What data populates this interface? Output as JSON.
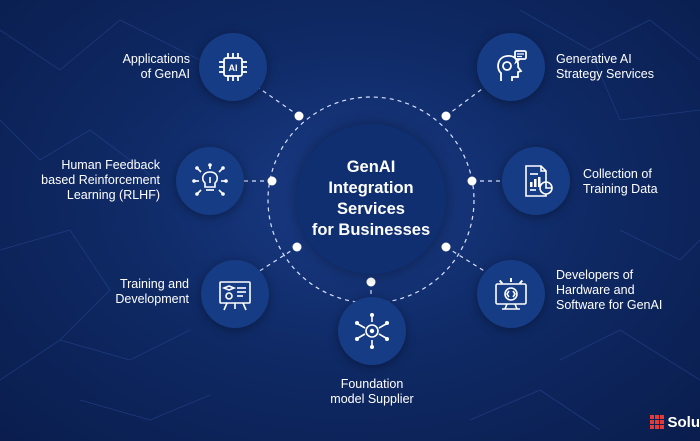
{
  "center": {
    "title": "GenAI\nIntegration\nServices\nfor Businesses"
  },
  "nodes": [
    {
      "label": "Applications\nof GenAI",
      "icon": "ai-chip-icon"
    },
    {
      "label": "Generative AI\nStrategy Services",
      "icon": "ai-head-gear-icon"
    },
    {
      "label": "Human Feedback\nbased Reinforcement\nLearning (RLHF)",
      "icon": "lightbulb-network-icon"
    },
    {
      "label": "Collection of\nTraining Data",
      "icon": "data-report-icon"
    },
    {
      "label": "Training and\nDevelopment",
      "icon": "presentation-board-icon"
    },
    {
      "label": "Developers of\nHardware and\nSoftware for GenAI",
      "icon": "code-monitor-gear-icon"
    },
    {
      "label": "Foundation\nmodel Supplier",
      "icon": "network-gear-icon"
    }
  ],
  "brand": {
    "text": "Solu"
  },
  "colors": {
    "background": "#0f2a66",
    "node": "#163c86",
    "center": "#0f2f70",
    "accent": "#e33a3a"
  }
}
